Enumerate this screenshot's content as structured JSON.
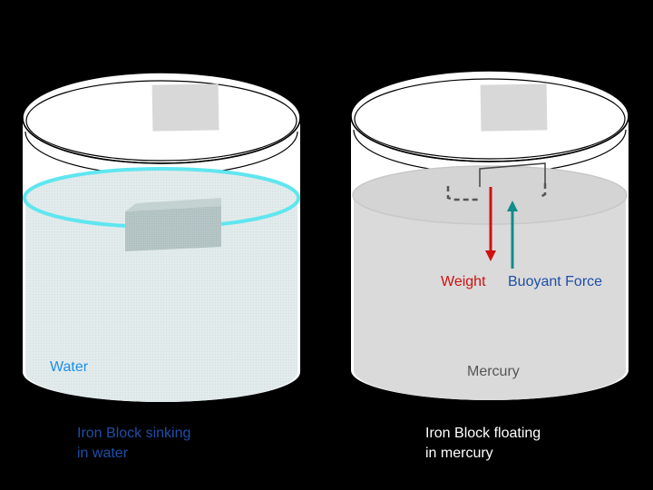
{
  "colors": {
    "background": "#000000",
    "water_surface": "#5fe6f0",
    "weight_arrow": "#d01010",
    "buoyant_arrow": "#0f8c8c",
    "label_blue": "#1c4fa8",
    "water_label": "#1a8fe8"
  },
  "water_tank": {
    "liquid_label": "Water",
    "caption_line1": "Iron Block sinking",
    "caption_line2": "in water"
  },
  "mercury_tank": {
    "liquid_label": "Mercury",
    "caption_line1": "Iron Block floating",
    "caption_line2": "in mercury",
    "weight_label": "Weight",
    "buoyant_label": "Buoyant Force"
  }
}
